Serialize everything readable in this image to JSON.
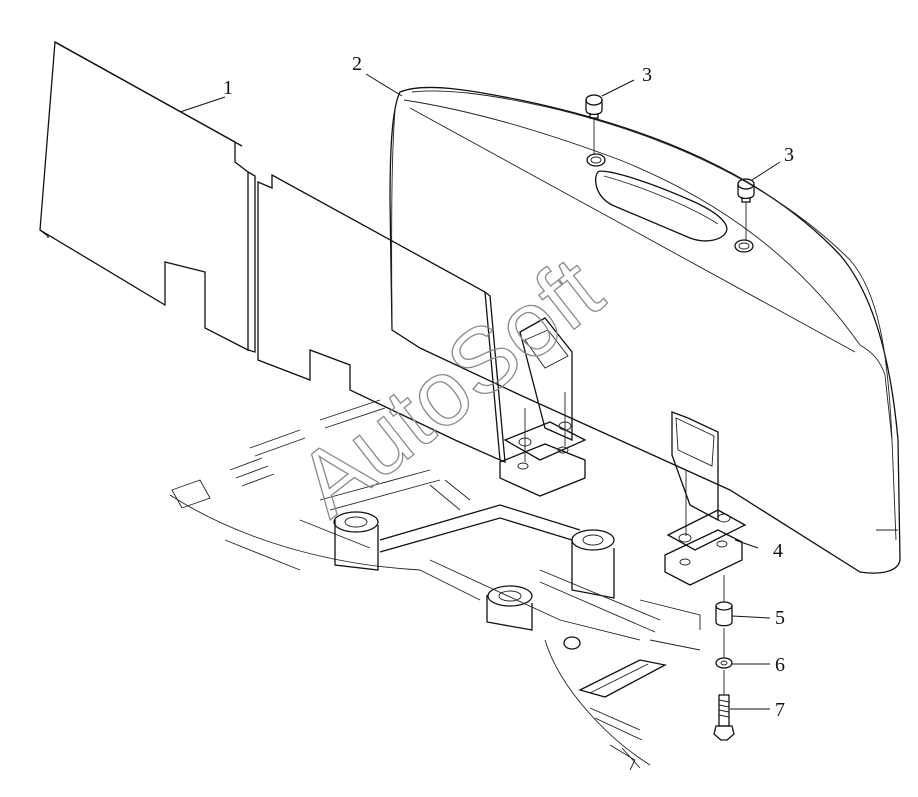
{
  "diagram": {
    "watermark": "AutoSoft",
    "callouts": [
      {
        "id": "1",
        "label": "1"
      },
      {
        "id": "2",
        "label": "2"
      },
      {
        "id": "3a",
        "label": "3"
      },
      {
        "id": "3b",
        "label": "3"
      },
      {
        "id": "4",
        "label": "4"
      },
      {
        "id": "5",
        "label": "5"
      },
      {
        "id": "6",
        "label": "6"
      },
      {
        "id": "7",
        "label": "7"
      }
    ]
  }
}
